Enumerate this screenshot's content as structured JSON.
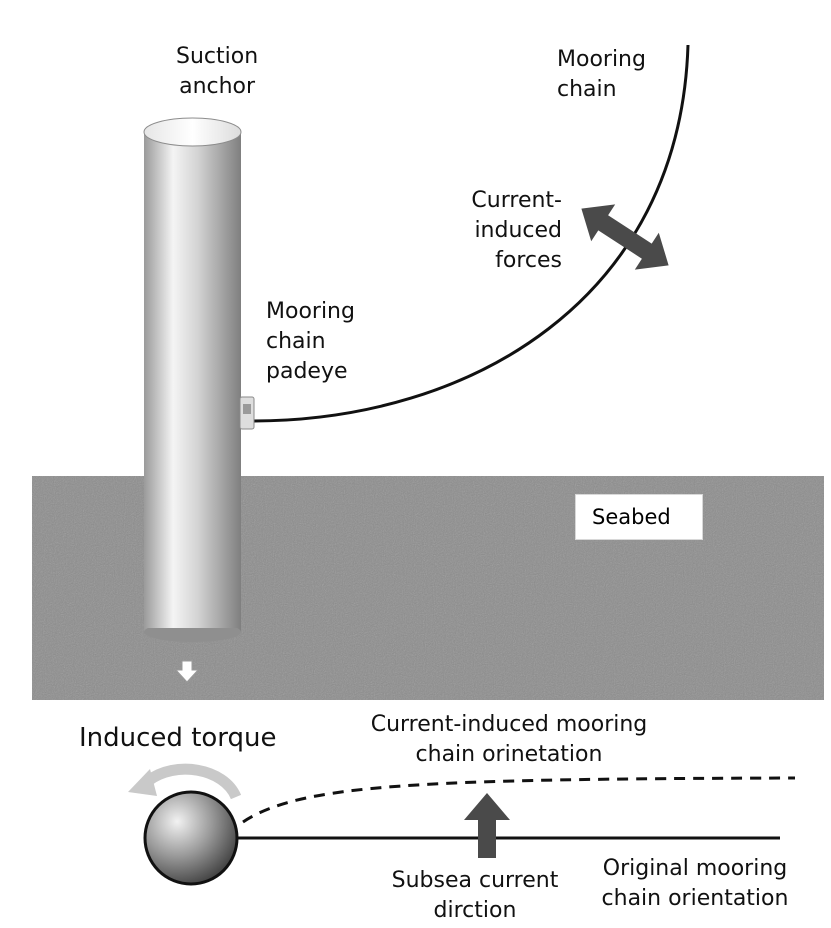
{
  "labels": {
    "suction_anchor": [
      "Suction",
      "anchor"
    ],
    "mooring_chain": [
      "Mooring",
      "chain"
    ],
    "current_forces": [
      "Current-",
      "induced",
      "forces"
    ],
    "padeye": [
      "Mooring",
      "chain",
      "padeye"
    ],
    "seabed": "Seabed",
    "induced_torque": "Induced torque",
    "current_orientation": [
      "Current-induced mooring",
      "chain orinetation"
    ],
    "subsea_current": [
      "Subsea current",
      "dirction"
    ],
    "original_orientation": [
      "Original mooring",
      "chain orientation"
    ]
  },
  "colors": {
    "seabed": "#8c8c8c",
    "anchor_highlight": "#f4f4f4",
    "anchor_shadow": "#8a8a8a",
    "arrow": "#4a4a4a",
    "chain": "#111111",
    "torque_arrow": "#c9c9c9"
  }
}
